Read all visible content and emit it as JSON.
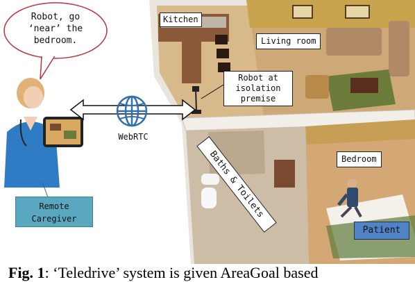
{
  "speech_bubble": {
    "lines": [
      "Robot, go",
      "‘near’ the",
      "bedroom."
    ]
  },
  "labels": {
    "kitchen": "Kitchen",
    "living_room": "Living room",
    "robot_location": [
      "Robot at",
      "isolation",
      "premise"
    ],
    "webrtc": "WebRTC",
    "bedroom": "Bedroom",
    "baths_toilets": "Baths & Toilets",
    "remote_caregiver": [
      "Remote",
      "Caregiver"
    ],
    "patient": "Patient"
  },
  "caption": {
    "prefix": "Fig. 1",
    "text": ": ‘Teledrive’ system is given AreaGoal based"
  },
  "colors": {
    "caregiver_box": "#5aa8c0",
    "patient_box": "#4f82c6",
    "speech_bubble_border": "#c0303a",
    "globe": "#2f6fb2"
  }
}
